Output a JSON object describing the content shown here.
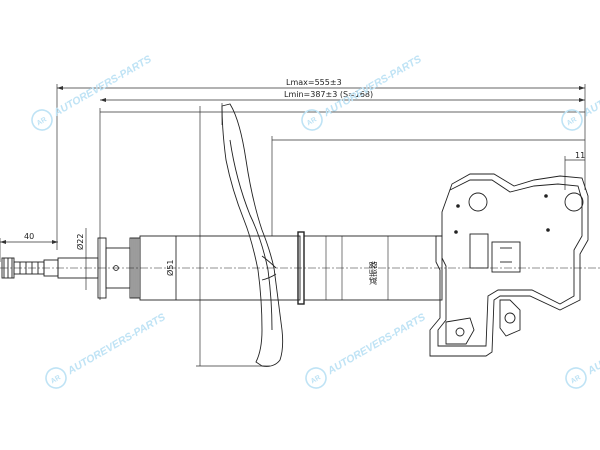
{
  "drawing": {
    "dimensions": {
      "lmax": "Lmax=555±3",
      "lmin": "Lmin=387±3 (S=168)",
      "offset_11": "11",
      "stem_40": "40",
      "dia_22": "Ø22",
      "dia_51": "Ø51",
      "center_label": "减振器"
    }
  },
  "watermark": {
    "text": "AUTOREVERS-PARTS",
    "monogram": "AR",
    "color": "#bfe3f5"
  }
}
